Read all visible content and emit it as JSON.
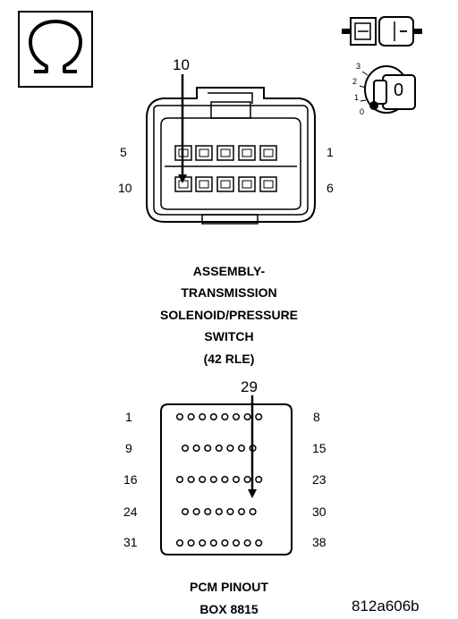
{
  "symbol": {
    "icon": "ohm-symbol-icon"
  },
  "icons": {
    "connector": "connector-plug-icon",
    "ignition": "ignition-key-icon"
  },
  "ignition_positions": [
    "3",
    "2",
    "1",
    "0"
  ],
  "ignition_key_label": "0",
  "connector1": {
    "callout": "10",
    "labels": {
      "top_left": "5",
      "top_right": "1",
      "bottom_left": "10",
      "bottom_right": "6"
    }
  },
  "title_lines": [
    "ASSEMBLY-",
    "TRANSMISSION",
    "SOLENOID/PRESSURE",
    "SWITCH",
    "(42 RLE)"
  ],
  "pcm": {
    "callout": "29",
    "rows": [
      {
        "left": "1",
        "right": "8",
        "pins": 8
      },
      {
        "left": "9",
        "right": "15",
        "pins": 7
      },
      {
        "left": "16",
        "right": "23",
        "pins": 8
      },
      {
        "left": "24",
        "right": "30",
        "pins": 7
      },
      {
        "left": "31",
        "right": "38",
        "pins": 8
      }
    ],
    "caption_lines": [
      "PCM PINOUT",
      "BOX 8815"
    ]
  },
  "figure_code": "812a606b"
}
